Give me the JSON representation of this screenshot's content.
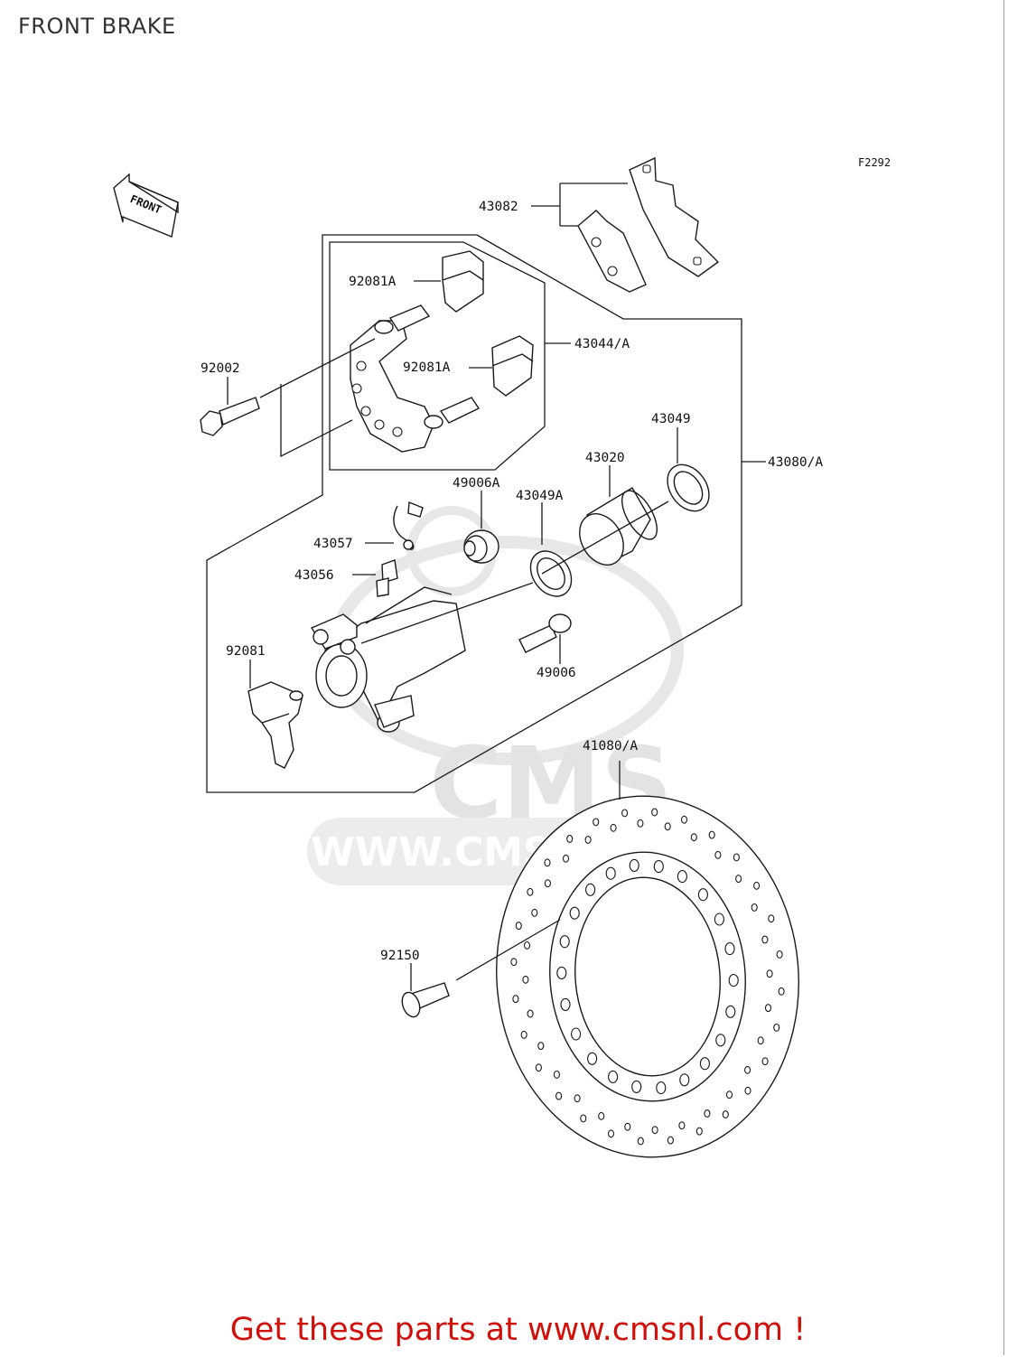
{
  "page": {
    "title": "FRONT BRAKE",
    "figure_code": "F2292",
    "direction_label": "FRONT"
  },
  "callouts": {
    "p43082": "43082",
    "p92081A_top": "92081A",
    "p43044A": "43044/A",
    "p92081A_mid": "92081A",
    "p92002": "92002",
    "p43049": "43049",
    "p43020": "43020",
    "p43080A": "43080/A",
    "p49006A": "49006A",
    "p43049A": "43049A",
    "p43057": "43057",
    "p43056": "43056",
    "p92081": "92081",
    "p49006": "49006",
    "p41080A": "41080/A",
    "p92150": "92150"
  },
  "watermark": {
    "brand": "CMS",
    "url": "WWW.CMSNL.COM"
  },
  "promo": {
    "text": "Get these parts at www.cmsnl.com !",
    "color": "#d0100a"
  }
}
